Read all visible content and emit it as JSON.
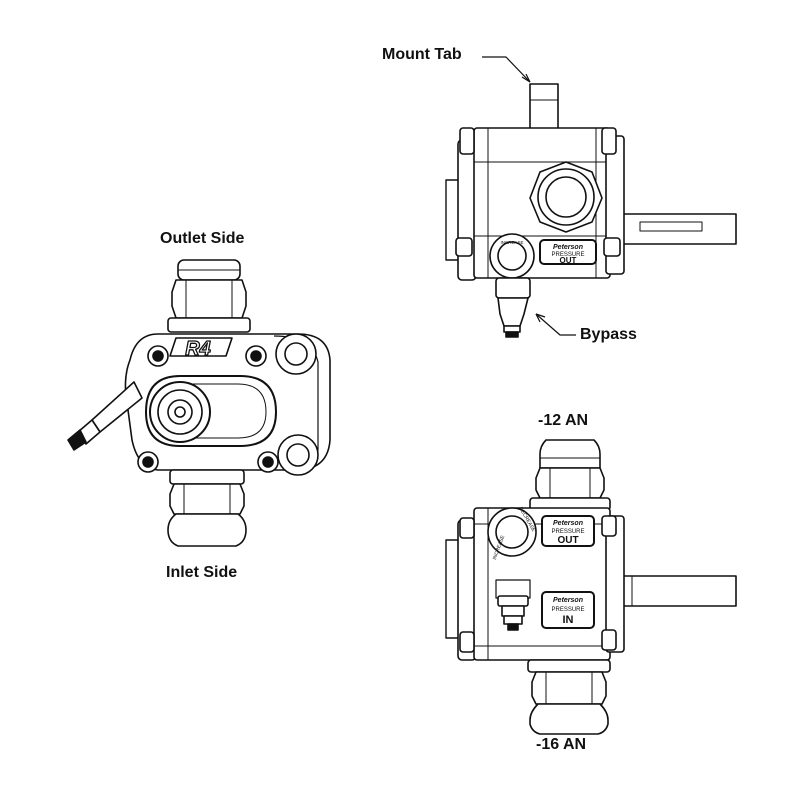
{
  "labels": {
    "mount_tab": "Mount Tab",
    "bypass": "Bypass",
    "outlet_side": "Outlet Side",
    "inlet_side": "Inlet Side",
    "an12": "-12 AN",
    "an16": "-16 AN"
  },
  "badges": {
    "brand": "Peterson",
    "pressure": "PRESSURE",
    "out": "OUT",
    "in": "IN",
    "logo": "R4"
  },
  "dial": {
    "increase": "INCREASE",
    "decrease": "DECREASE"
  },
  "colors": {
    "line": "#111111",
    "fill": "#ffffff",
    "shade": "#e6e6e6"
  }
}
